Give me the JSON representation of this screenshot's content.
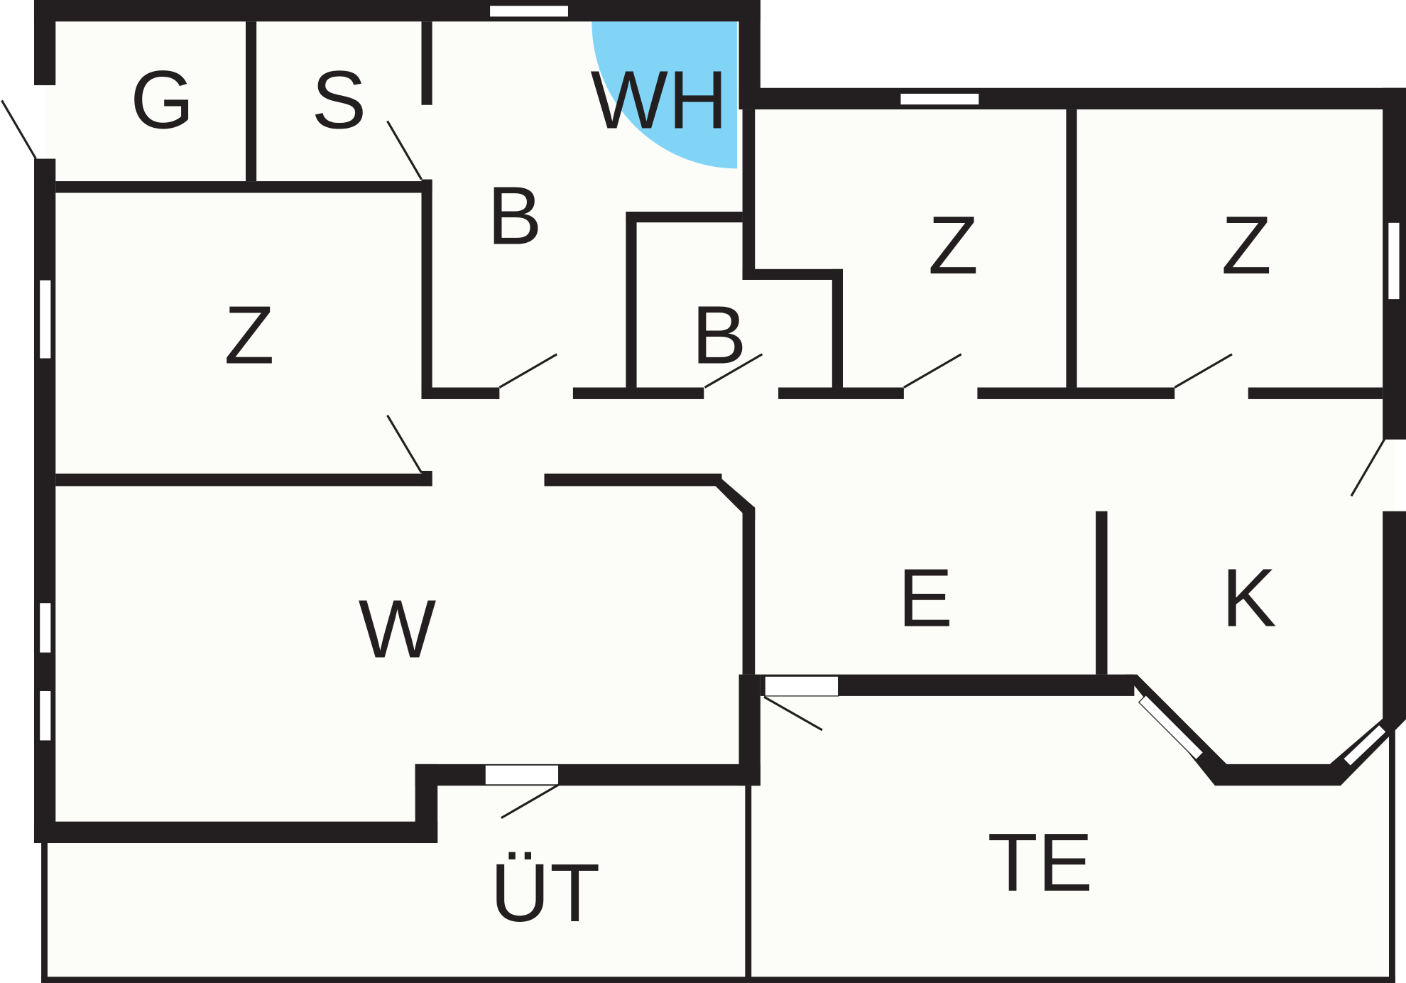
{
  "title": "Floor plan",
  "colors": {
    "wall": "#231f20",
    "floor": "#fcfdf8",
    "highlight": "#82d4f7"
  },
  "rooms": [
    {
      "id": "g",
      "label": "G"
    },
    {
      "id": "s",
      "label": "S"
    },
    {
      "id": "wh",
      "label": "WH"
    },
    {
      "id": "b1",
      "label": "B"
    },
    {
      "id": "z1",
      "label": "Z"
    },
    {
      "id": "b2",
      "label": "B"
    },
    {
      "id": "z2",
      "label": "Z"
    },
    {
      "id": "z3",
      "label": "Z"
    },
    {
      "id": "w",
      "label": "W"
    },
    {
      "id": "e",
      "label": "E"
    },
    {
      "id": "k",
      "label": "K"
    },
    {
      "id": "ut",
      "label": "ÜT"
    },
    {
      "id": "te",
      "label": "TE"
    }
  ]
}
